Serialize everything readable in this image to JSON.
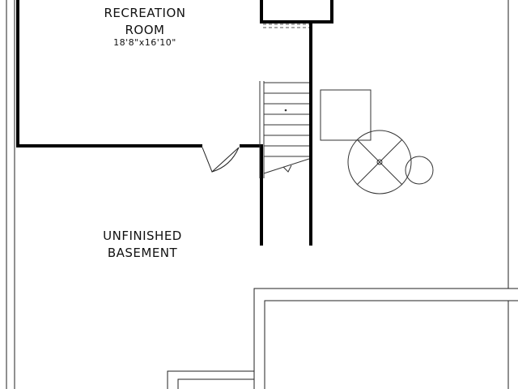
{
  "rooms": [
    {
      "name_line1": "RECREATION",
      "name_line2": "ROOM",
      "dimensions": "18'8\"x16'10\""
    },
    {
      "name_line1": "UNFINISHED",
      "name_line2": "BASEMENT"
    }
  ],
  "colors": {
    "wall": "#000000",
    "line": "#222222",
    "text": "#111111",
    "background": "#ffffff"
  },
  "icons": [
    "door-swing-icon",
    "stair-icon",
    "furnace-icon",
    "water-heater-icon"
  ]
}
